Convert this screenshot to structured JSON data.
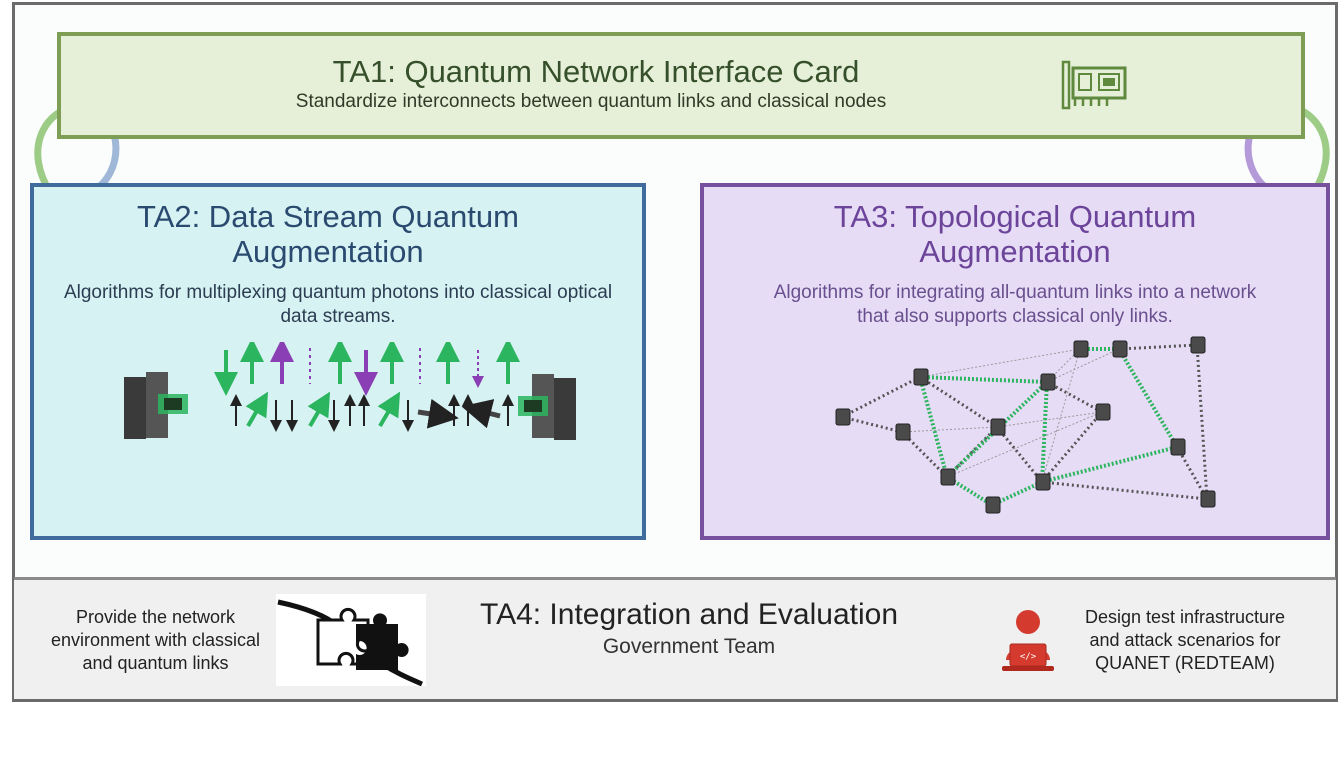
{
  "ta1": {
    "title": "TA1: Quantum Network Interface Card",
    "subtitle": "Standardize interconnects between quantum links and classical nodes",
    "icon": "network-card-icon"
  },
  "ta2": {
    "title_line1": "TA2: Data Stream Quantum",
    "title_line2": "Augmentation",
    "desc_line1": "Algorithms for multiplexing quantum photons into classical optical",
    "desc_line2": "data streams."
  },
  "ta3": {
    "title_line1": "TA3: Topological Quantum",
    "title_line2": "Augmentation",
    "desc_line1": "Algorithms for integrating all-quantum links into a network",
    "desc_line2": "that also supports classical only links."
  },
  "ta4": {
    "title": "TA4: Integration and Evaluation",
    "team": "Government Team",
    "left_line1": "Provide the network",
    "left_line2": "environment with classical",
    "left_line3": "and quantum links",
    "right_line1": "Design test infrastructure",
    "right_line2": "and attack scenarios for",
    "right_line3": "QUANET (REDTEAM)"
  },
  "colors": {
    "ta1_fill": "#e6f0d8",
    "ta1_border": "#7e9e56",
    "ta2_fill": "#d6f2f3",
    "ta2_border": "#3f6c9c",
    "ta3_fill": "#e6dcf6",
    "ta3_border": "#77509e",
    "quantum_green": "#2bb55e",
    "quantum_purple": "#8a3fb5",
    "redteam": "#d43a2e"
  }
}
